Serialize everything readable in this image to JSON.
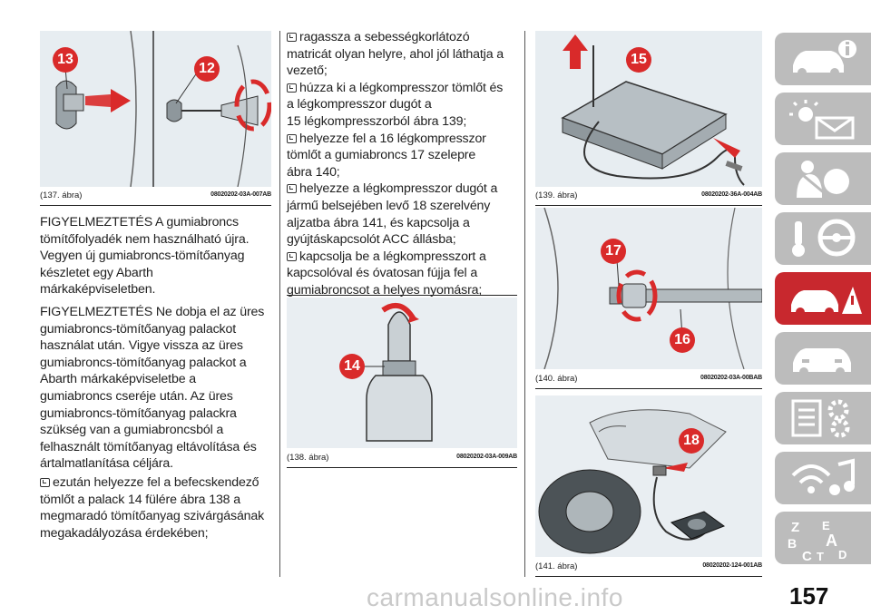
{
  "figures": {
    "f137": {
      "number": "(137. ábra)",
      "code": "08020202-03A-007AB",
      "labels": [
        "13",
        "12"
      ]
    },
    "f138": {
      "number": "(138. ábra)",
      "code": "08020202-03A-009AB",
      "labels": [
        "14"
      ]
    },
    "f139": {
      "number": "(139. ábra)",
      "code": "08020202-36A-004AB",
      "labels": [
        "15"
      ]
    },
    "f140": {
      "number": "(140. ábra)",
      "code": "08020202-03A-00BAB",
      "labels": [
        "17",
        "16"
      ]
    },
    "f141": {
      "number": "(141. ábra)",
      "code": "08020202-124-001AB",
      "labels": [
        "18"
      ]
    }
  },
  "col1": {
    "p1": [
      "FIGYELMEZTETÉS A gumiabroncs",
      "tömítőfolyadék nem használható újra.",
      "Vegyen új gumiabroncs-tömítőanyag",
      "készletet egy Abarth",
      "márkaképviseletben."
    ],
    "p2": [
      "FIGYELMEZTETÉS Ne dobja el az üres",
      "gumiabroncs-tömítőanyag palackot",
      "használat után. Vigye vissza az üres",
      "gumiabroncs-tömítőanyag palackot a",
      "Abarth márkaképviseletbe a",
      "gumiabroncs cseréje után. Az üres",
      "gumiabroncs-tömítőanyag palackra",
      "szükség van a gumiabroncsból a",
      "felhasznált tömítőanyag eltávolítása és",
      "ártalmatlanítása céljára."
    ],
    "b1": [
      "ezután helyezze fel a befecskendező",
      "tömlőt a palack 14 fülére ábra 138 a",
      "megmaradó tömítőanyag szivárgásának",
      "megakadályozása érdekében;"
    ]
  },
  "col2": {
    "b1": [
      "ragassza a sebességkorlátozó",
      "matricát olyan helyre, ahol jól láthatja a",
      "vezető;"
    ],
    "b2": [
      "húzza ki a légkompresszor tömlőt és",
      "a légkompresszor dugót a",
      "15 légkompresszorból ábra 139;"
    ],
    "b3": [
      "helyezze fel a 16 légkompresszor",
      "tömlőt a gumiabroncs 17 szelepre",
      "ábra 140;"
    ],
    "b4": [
      "helyezze a légkompresszor dugót a",
      "jármű belsejében levő 18 szerelvény",
      "aljzatba ábra 141, és kapcsolja a",
      "gyújtáskapcsolót ACC állásba;"
    ],
    "b5": [
      "kapcsolja be a légkompresszort a",
      "kapcsolóval és óvatosan fújja fel a",
      "gumiabroncsot a helyes nyomásra;"
    ]
  },
  "page_number": "157",
  "watermark": "carmanualsonline.info",
  "sidebar": {
    "tabs": [
      {
        "icon": "car-info-icon"
      },
      {
        "icon": "warning-lights-icon"
      },
      {
        "icon": "safety-airbag-icon"
      },
      {
        "icon": "key-steering-icon"
      },
      {
        "icon": "emergency-icon",
        "active": true
      },
      {
        "icon": "car-maintenance-icon"
      },
      {
        "icon": "technical-data-icon"
      },
      {
        "icon": "multimedia-icon"
      },
      {
        "icon": "index-icon"
      }
    ],
    "index_letters": [
      "Z",
      "E",
      "B",
      "A",
      "C",
      "T",
      "D"
    ]
  },
  "colors": {
    "accent_red": "#c8282e",
    "callout_red": "#d92a2a",
    "tab_grey": "#bcbcbc"
  }
}
